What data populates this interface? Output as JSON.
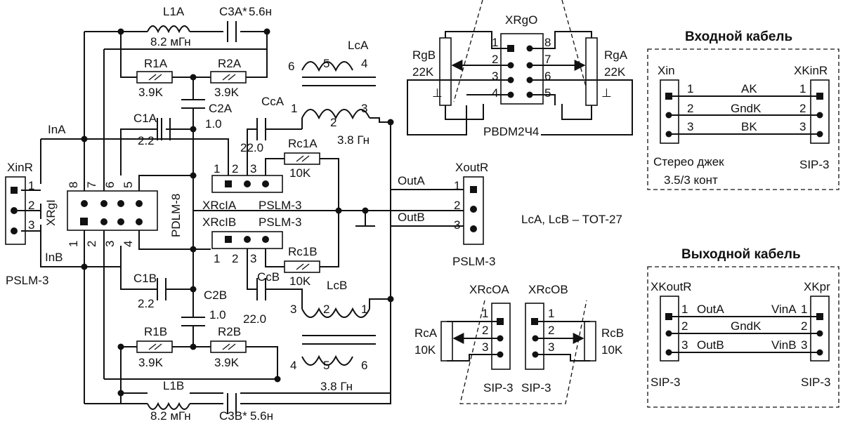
{
  "components": {
    "L1A": {
      "name": "L1A",
      "value": "8.2 мГн"
    },
    "C3A": {
      "name": "C3A*",
      "value": "5.6н"
    },
    "R1A": {
      "name": "R1A",
      "value": "3.9K"
    },
    "R2A": {
      "name": "R2A",
      "value": "3.9K"
    },
    "C2A": {
      "name": "C2A",
      "value": "1.0"
    },
    "C1A": {
      "name": "C1A",
      "value": "2.2"
    },
    "CcA": {
      "name": "CcA",
      "value": "22.0"
    },
    "Rc1A": {
      "name": "Rc1A",
      "value": "10K"
    },
    "LcA": {
      "name": "LcA",
      "value": "3.8 Гн",
      "pins": [
        "6",
        "5",
        "4",
        "1",
        "2",
        "3"
      ]
    },
    "L1B": {
      "name": "L1B",
      "value": "8.2 мГн"
    },
    "C3B": {
      "name": "C3B*",
      "value": "5.6н"
    },
    "R1B": {
      "name": "R1B",
      "value": "3.9K"
    },
    "R2B": {
      "name": "R2B",
      "value": "3.9K"
    },
    "C2B": {
      "name": "C2B",
      "value": "1.0"
    },
    "C1B": {
      "name": "C1B",
      "value": "2.2"
    },
    "CcB": {
      "name": "CcB",
      "value": "22.0"
    },
    "Rc1B": {
      "name": "Rc1B",
      "value": "10K"
    },
    "LcB": {
      "name": "LcB",
      "value": "3.8 Гн",
      "pins": [
        "3",
        "2",
        "1",
        "4",
        "5",
        "6"
      ]
    }
  },
  "connectors": {
    "XinR": {
      "name": "XinR",
      "type": "PSLM-3",
      "pins": [
        "1",
        "2",
        "3"
      ],
      "nets": [
        "InA",
        "InB"
      ]
    },
    "XRgI": {
      "name": "XRgI",
      "type": "PDLM-8",
      "top_pins": [
        "8",
        "7",
        "6",
        "5"
      ],
      "bottom_pins": [
        "1",
        "2",
        "3",
        "4"
      ]
    },
    "XRcIA": {
      "name": "XRcIA",
      "type": "PSLM-3",
      "pins": [
        "1",
        "2",
        "3"
      ]
    },
    "XRcIB": {
      "name": "XRcIB",
      "type": "PSLM-3",
      "pins": [
        "1",
        "2",
        "3"
      ]
    },
    "XoutR": {
      "name": "XoutR",
      "type": "PSLM-3",
      "pins": [
        "1",
        "2",
        "3"
      ],
      "nets": [
        "OutA",
        "OutB"
      ]
    },
    "XRgO": {
      "name": "XRgO",
      "type": "PBDM2Ч4",
      "left_pins": [
        "1",
        "2",
        "3",
        "4"
      ],
      "right_pins": [
        "8",
        "7",
        "6",
        "5"
      ]
    },
    "RgB": {
      "name": "RgB",
      "value": "22K"
    },
    "RgA": {
      "name": "RgA",
      "value": "22K"
    },
    "XRcOA": {
      "name": "XRcOA",
      "type": "SIP-3",
      "pins": [
        "1",
        "2",
        "3"
      ]
    },
    "XRcOB": {
      "name": "XRcOB",
      "type": "SIP-3",
      "pins": [
        "1",
        "2",
        "3"
      ]
    },
    "RcA": {
      "name": "RcA",
      "value": "10K"
    },
    "RcB": {
      "name": "RcB",
      "value": "10K"
    }
  },
  "transformer_note": "LcA, LcB – TOT-27",
  "input_cable": {
    "title": "Входной кабель",
    "left": "Xin",
    "right": "XKinR",
    "rows": [
      {
        "l": "1",
        "sig": "AK",
        "r": "1"
      },
      {
        "l": "2",
        "sig": "GndK",
        "r": "2"
      },
      {
        "l": "3",
        "sig": "BK",
        "r": "3"
      }
    ],
    "left_caption": "Стерео джек",
    "left_caption2": "3.5/3 конт",
    "right_caption": "SIP-3"
  },
  "output_cable": {
    "title": "Выходной кабель",
    "left": "XKoutR",
    "right": "XKpr",
    "rows": [
      {
        "l": "1",
        "sig_l": "OutA",
        "sig_r": "VinA",
        "r": "1"
      },
      {
        "l": "2",
        "sig_l": "",
        "sig_r": "GndK",
        "r": "2"
      },
      {
        "l": "3",
        "sig_l": "OutB",
        "sig_r": "VinB",
        "r": "3"
      }
    ],
    "left_caption": "SIP-3",
    "right_caption": "SIP-3"
  }
}
